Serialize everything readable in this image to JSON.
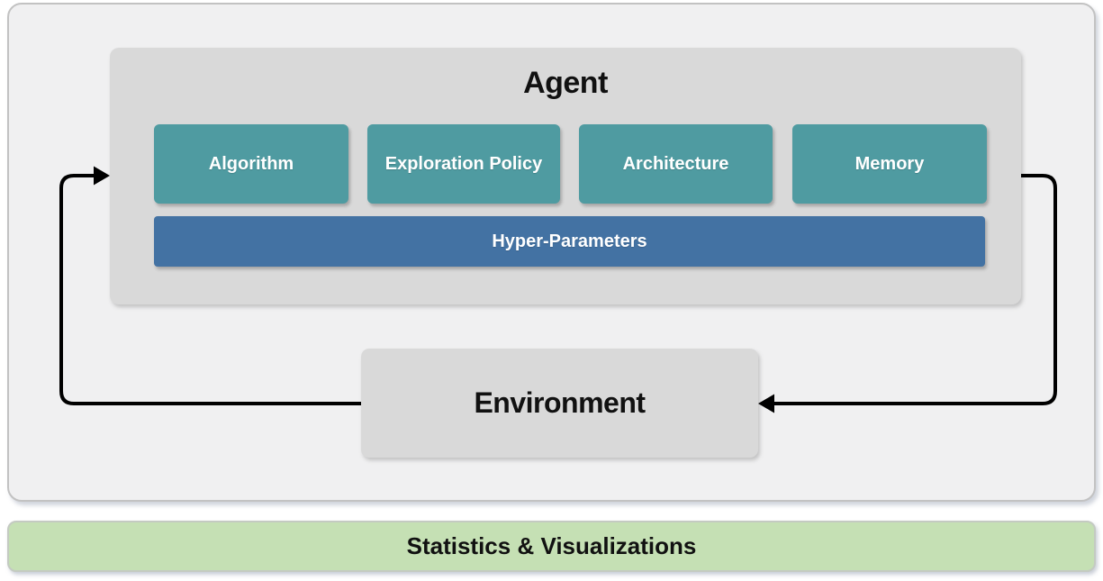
{
  "colors": {
    "panel_bg": "#f0f0f1",
    "panel_border": "#c2c2c2",
    "gray_box": "#d9d9d9",
    "teal": "#4f9ba1",
    "blue": "#4372a3",
    "green": "#c5e0b4",
    "green_border": "#c4cac2",
    "arrow": "#000000"
  },
  "agent": {
    "title": "Agent",
    "modules": [
      "Algorithm",
      "Exploration Policy",
      "Architecture",
      "Memory"
    ],
    "hyper_parameters": "Hyper-Parameters"
  },
  "environment": {
    "title": "Environment"
  },
  "footer": {
    "title": "Statistics & Visualizations"
  },
  "arrows": [
    {
      "name": "environment-to-agent",
      "description": "loop from Environment left side up into Agent"
    },
    {
      "name": "agent-to-environment",
      "description": "loop from Agent right side down into Environment"
    }
  ]
}
